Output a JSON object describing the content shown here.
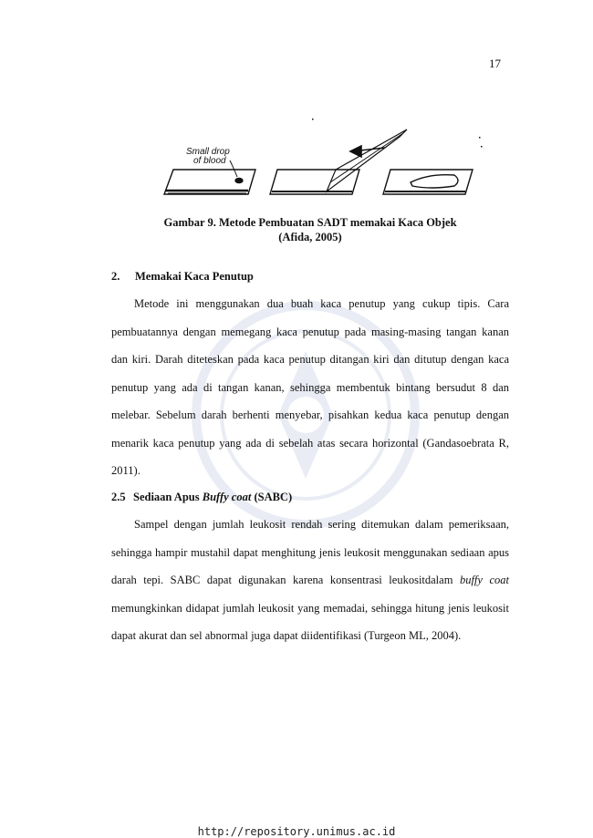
{
  "page_number": "17",
  "figure": {
    "label_line1": "Small drop",
    "label_line2": "of blood",
    "caption_line1": "Gambar 9. Metode Pembuatan SADT memakai Kaca Objek",
    "caption_line2": "(Afida, 2005)"
  },
  "section_2": {
    "number": "2.",
    "title": "Memakai Kaca Penutup",
    "paragraph": "Metode ini menggunakan dua buah kaca penutup yang cukup tipis. Cara pembuatannya dengan memegang kaca penutup pada masing-masing tangan kanan dan kiri. Darah diteteskan pada kaca penutup ditangan kiri dan ditutup dengan kaca penutup yang ada di tangan kanan, sehingga membentuk bintang bersudut 8 dan melebar. Sebelum darah berhenti menyebar, pisahkan kedua kaca penutup dengan menarik kaca penutup yang ada di sebelah atas secara horizontal (Gandasoebrata R, 2011)."
  },
  "section_2_5": {
    "number": "2.5",
    "title_pre": "Sediaan Apus ",
    "title_italic": "Buffy coat",
    "title_post": " (SABC)",
    "paragraph_part1": "Sampel dengan jumlah leukosit rendah sering ditemukan dalam pemeriksaan, sehingga hampir mustahil dapat menghitung jenis leukosit menggunakan sediaan apus darah tepi. SABC dapat digunakan karena konsentrasi leukositdalam ",
    "paragraph_italic": "buffy coat",
    "paragraph_part2": " memungkinkan didapat jumlah leukosit yang memadai, sehingga hitung jenis leukosit dapat akurat dan sel abnormal juga dapat diidentifikasi (Turgeon ML, 2004)."
  },
  "footer": {
    "url": "http://repository.unimus.ac.id"
  }
}
